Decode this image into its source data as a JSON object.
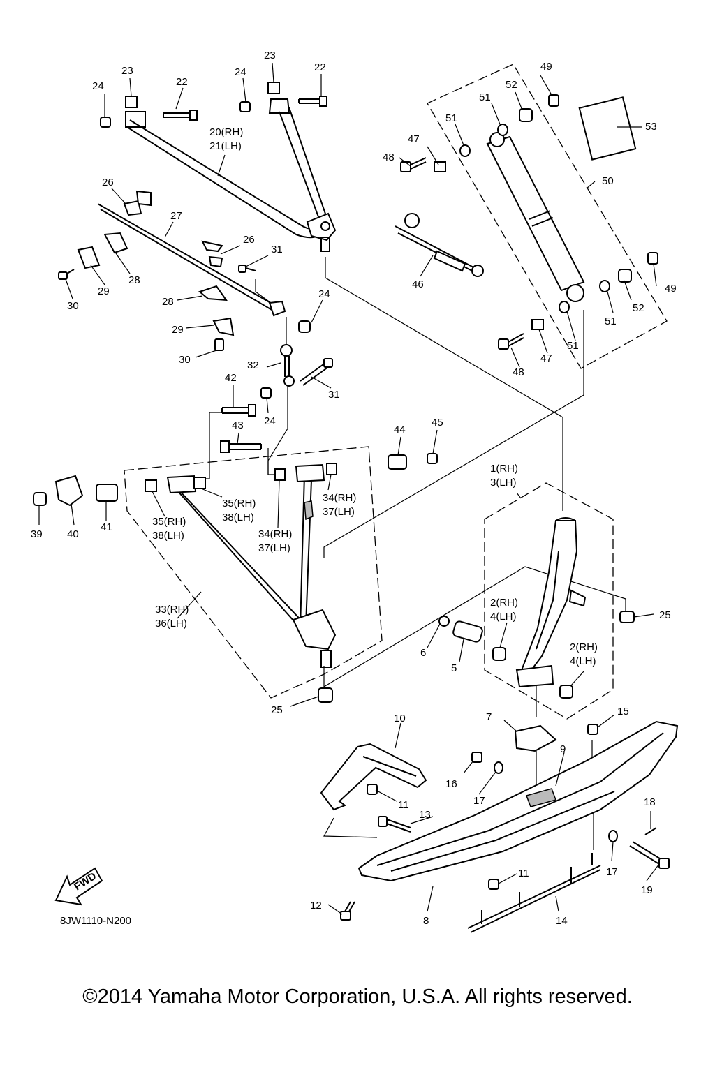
{
  "diagram_code": "8JW1110-N200",
  "fwd_label": "FWD",
  "copyright": "©2014 Yamaha Motor Corporation, U.S.A. All rights reserved.",
  "labels": {
    "l1": "1(RH)",
    "l3": "3(LH)",
    "l2a": "2(RH)",
    "l4a": "4(LH)",
    "l2b": "2(RH)",
    "l4b": "4(LH)",
    "l5": "5",
    "l6": "6",
    "l7": "7",
    "l8": "8",
    "l9": "9",
    "l10": "10",
    "l11a": "11",
    "l11b": "11",
    "l12": "12",
    "l13": "13",
    "l14": "14",
    "l15": "15",
    "l16": "16",
    "l17a": "17",
    "l17b": "17",
    "l18": "18",
    "l19": "19",
    "l20": "20(RH)",
    "l21": "21(LH)",
    "l22a": "22",
    "l22b": "22",
    "l23a": "23",
    "l23b": "23",
    "l24a": "24",
    "l24b": "24",
    "l24c": "24",
    "l24d": "24",
    "l25a": "25",
    "l25b": "25",
    "l26a": "26",
    "l26b": "26",
    "l27": "27",
    "l28a": "28",
    "l28b": "28",
    "l29a": "29",
    "l29b": "29",
    "l30a": "30",
    "l30b": "30",
    "l31a": "31",
    "l31b": "31",
    "l32": "32",
    "l33": "33(RH)",
    "l36": "36(LH)",
    "l34a": "34(RH)",
    "l37a": "37(LH)",
    "l34b": "34(RH)",
    "l37b": "37(LH)",
    "l35a": "35(RH)",
    "l38a": "38(LH)",
    "l35b": "35(RH)",
    "l38b": "38(LH)",
    "l39": "39",
    "l40": "40",
    "l41": "41",
    "l42": "42",
    "l43": "43",
    "l44": "44",
    "l45": "45",
    "l46": "46",
    "l47a": "47",
    "l47b": "47",
    "l48a": "48",
    "l48b": "48",
    "l49a": "49",
    "l49b": "49",
    "l50": "50",
    "l51a": "51",
    "l51b": "51",
    "l51c": "51",
    "l51d": "51",
    "l52a": "52",
    "l52b": "52",
    "l53": "53"
  }
}
